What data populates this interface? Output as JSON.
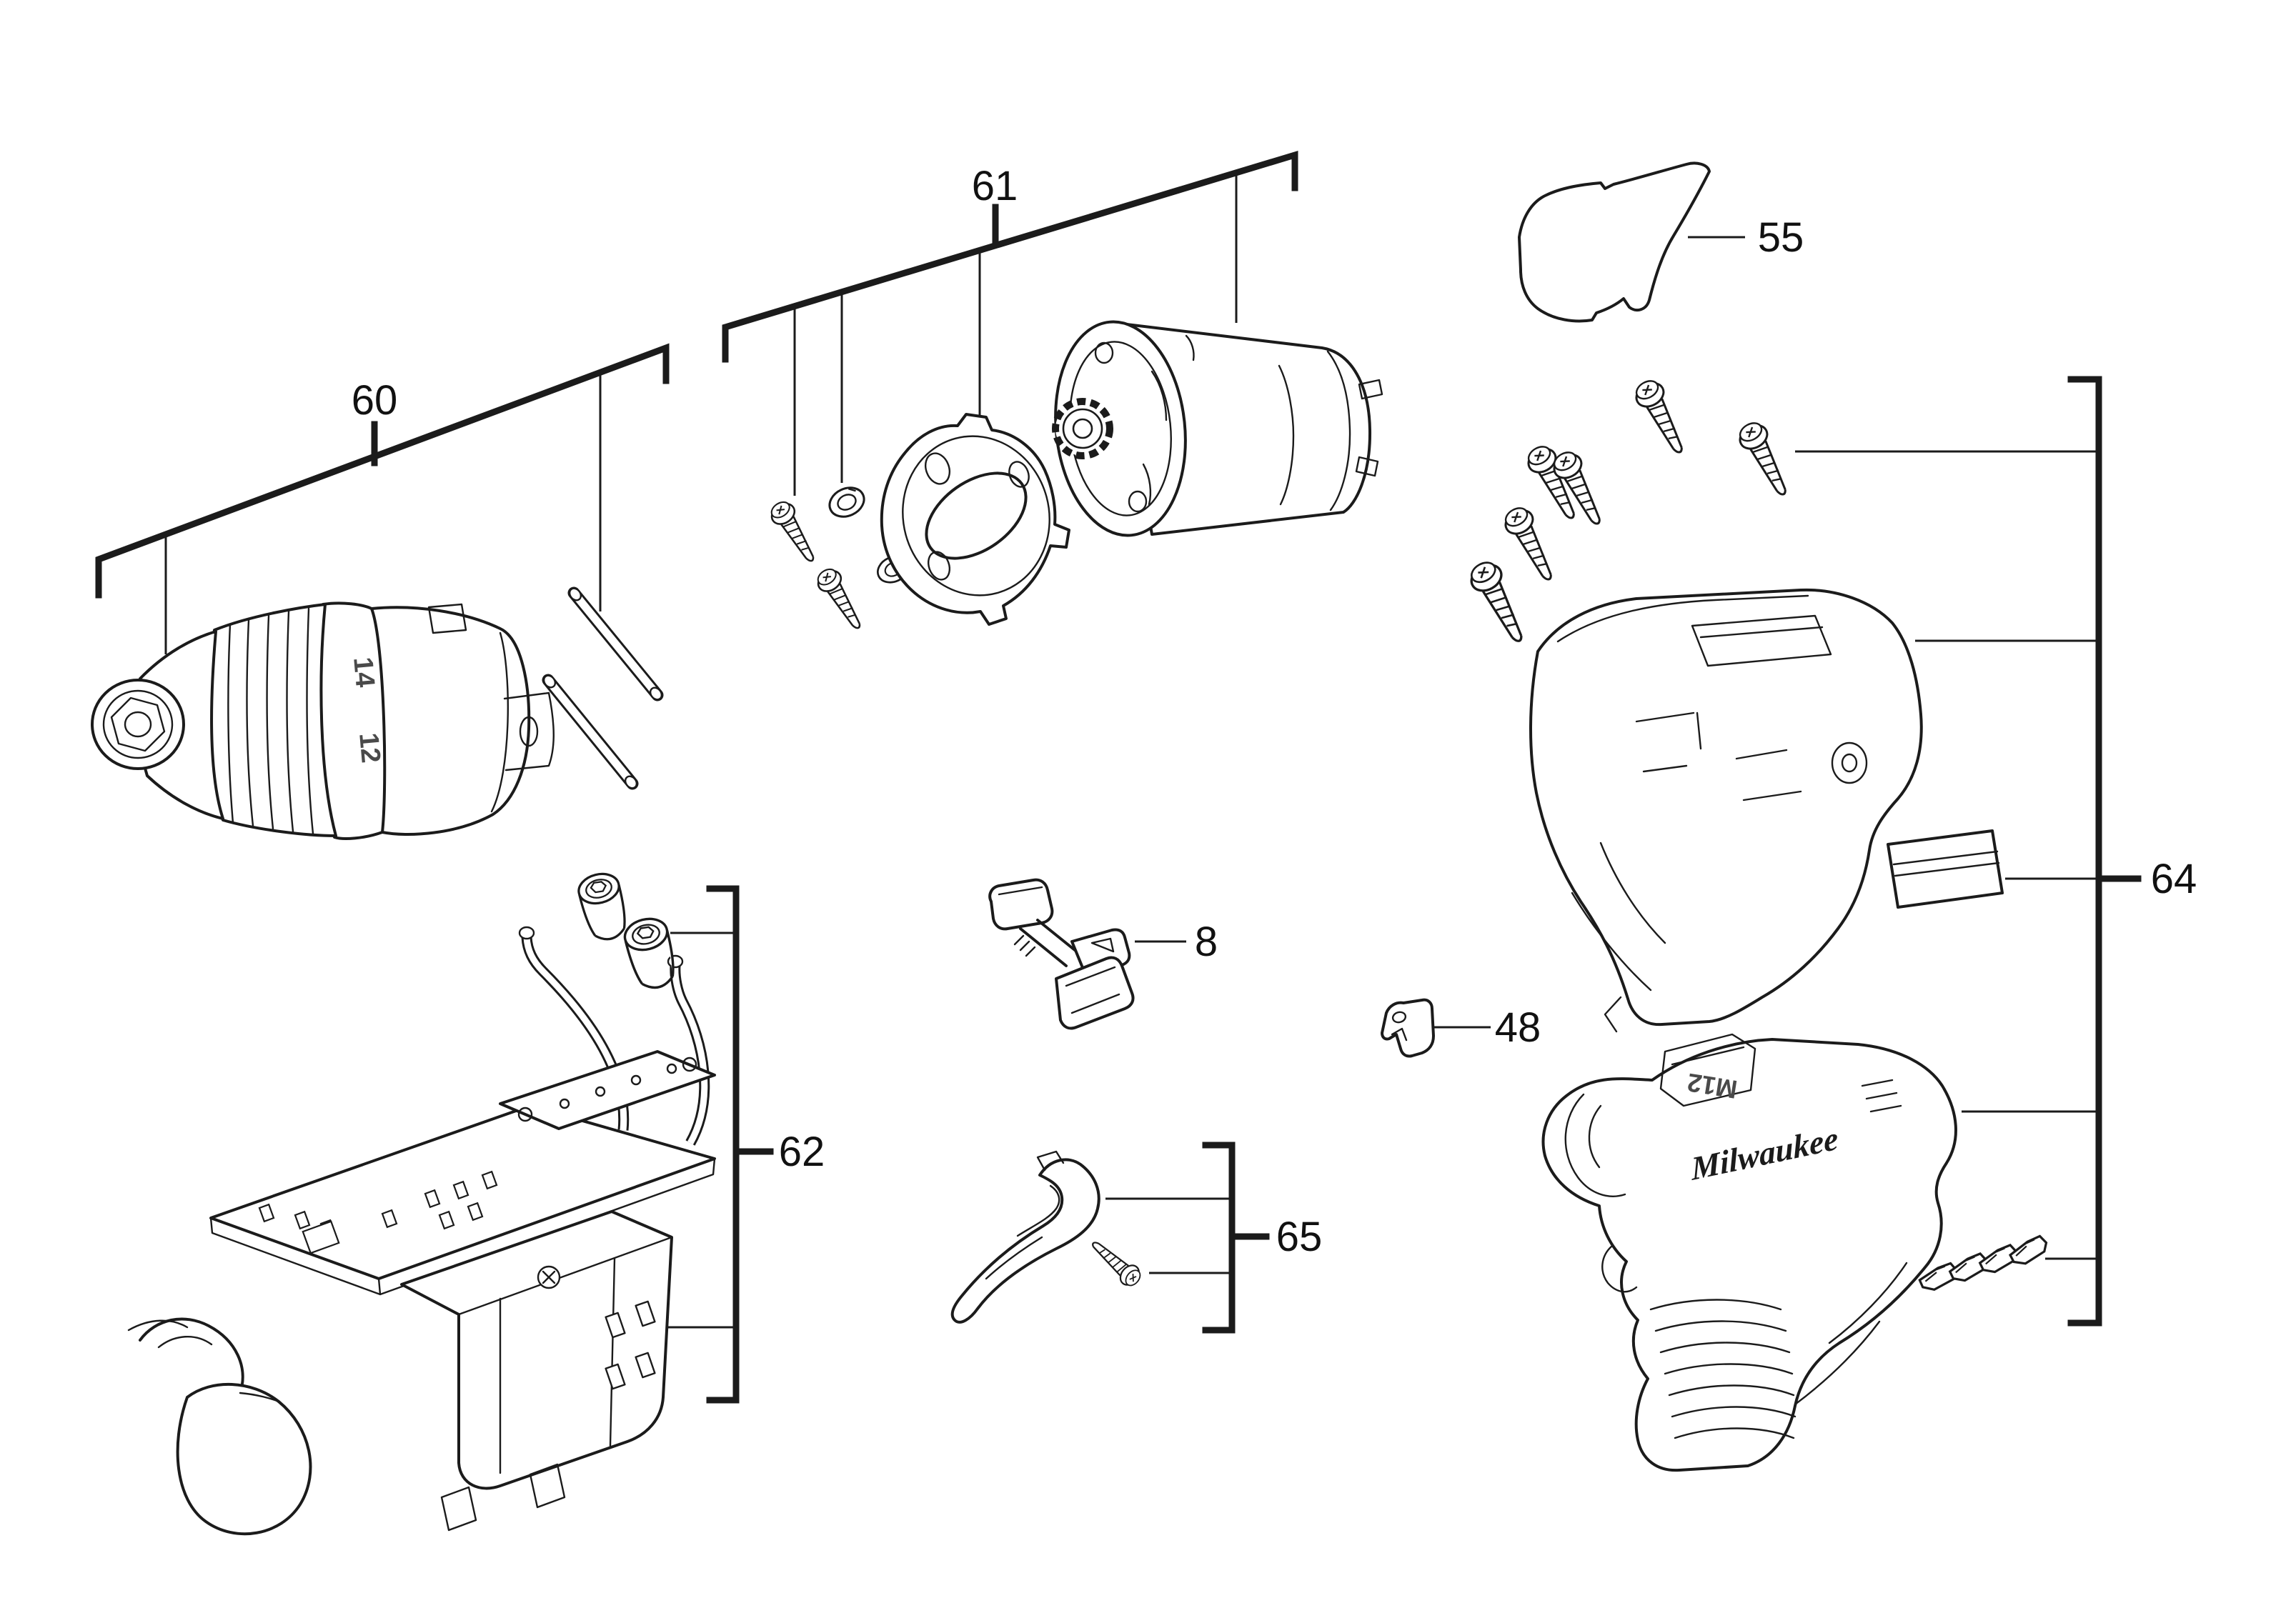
{
  "diagram_type": "exploded-parts-diagram",
  "colors": {
    "line": "#1b1b1b",
    "label": "#111111",
    "background": "#ffffff"
  },
  "callouts": [
    {
      "label": "60"
    },
    {
      "label": "61"
    },
    {
      "label": "55"
    },
    {
      "label": "64"
    },
    {
      "label": "62"
    },
    {
      "label": "8"
    },
    {
      "label": "48"
    },
    {
      "label": "65"
    }
  ],
  "markings": {
    "clutch_settings": [
      "14",
      "12"
    ],
    "battery_mount_label": "M12",
    "brand_logo": "Milwaukee"
  }
}
